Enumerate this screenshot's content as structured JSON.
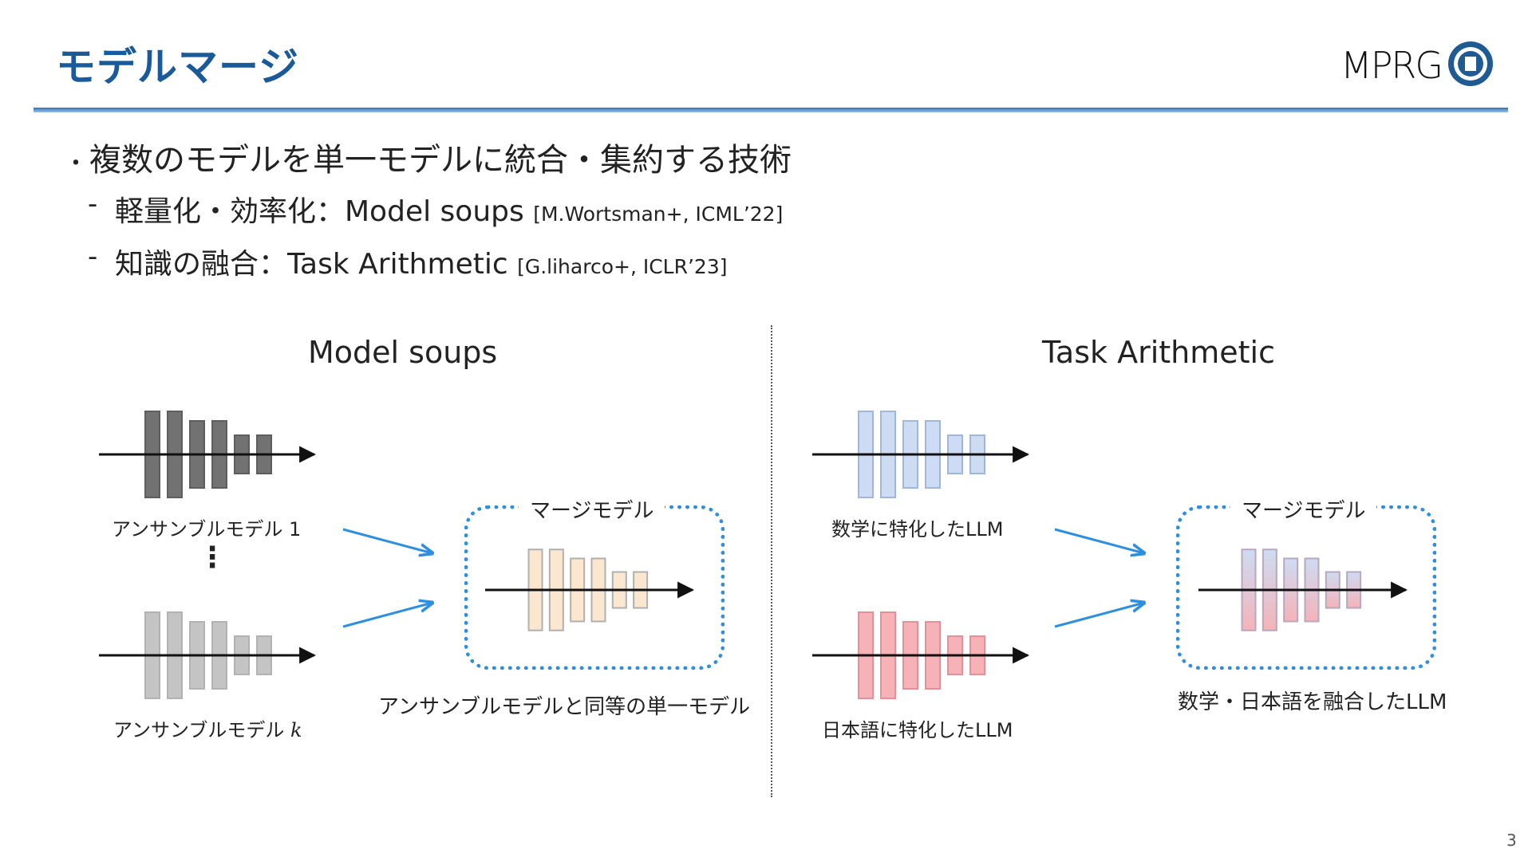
{
  "title": "モデルマージ",
  "logo_text": "MPRG",
  "bullet": {
    "marker": "・",
    "text": "複数のモデルを単一モデルに統合・集約する技術"
  },
  "subitems": [
    {
      "dash": "-",
      "text": "軽量化・効率化：Model soups",
      "cite": "[M.Wortsman+, ICML’22]"
    },
    {
      "dash": "-",
      "text": "知識の融合：Task Arithmetic",
      "cite": "[G.liharco+, ICLR’23]"
    }
  ],
  "left_panel": {
    "title": "Model soups",
    "model1_label": "アンサンブルモデル 1",
    "vdots": "⋮",
    "modelk_label_prefix": "アンサンブルモデル ",
    "modelk_label_var": "k",
    "merge_label": "マージモデル",
    "merge_caption": "アンサンブルモデルと同等の単一モデル"
  },
  "right_panel": {
    "title": "Task Arithmetic",
    "model1_label": "数学に特化したLLM",
    "model2_label": "日本語に特化したLLM",
    "merge_label": "マージモデル",
    "merge_caption": "数学・日本語を融合したLLM"
  },
  "page_number": "3",
  "colors": {
    "title": "#1a5a9a",
    "ensemble1": "#727272",
    "ensemblek": "#c4c4c4",
    "merged_soup": "#fbe6d0",
    "math_llm": "#cddcf3",
    "japanese_llm": "#f5b3b8",
    "arrow": "#2e8fe0",
    "merge_border": "#2e8fe0"
  }
}
